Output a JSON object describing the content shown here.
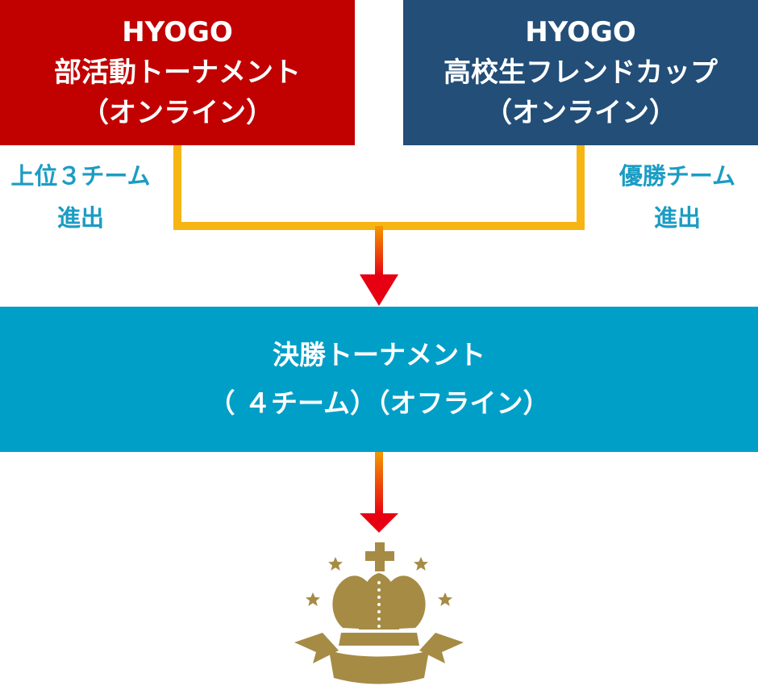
{
  "colors": {
    "left_box": "#c10000",
    "right_box": "#224e78",
    "final_box": "#009fc8",
    "side_label": "#1b9cc4",
    "connector": "#f6b513",
    "arrow_top": "#f39800",
    "arrow_bottom": "#e60012",
    "crown": "#a68b45"
  },
  "left_box": {
    "lines": [
      "HYOGO",
      "部活動トーナメント",
      "（オンライン）"
    ]
  },
  "right_box": {
    "lines": [
      "HYOGO",
      "高校生フレンドカップ",
      "（オンライン）"
    ]
  },
  "left_label": {
    "lines": [
      "上位３チーム",
      "進出"
    ]
  },
  "right_label": {
    "lines": [
      "優勝チーム",
      "進出"
    ]
  },
  "final_box": {
    "lines": [
      "決勝トーナメント",
      "（ ４チーム）（オフライン）"
    ]
  },
  "icons": {
    "flow_arrow": "down-arrow-icon",
    "trophy": "crown-icon"
  }
}
